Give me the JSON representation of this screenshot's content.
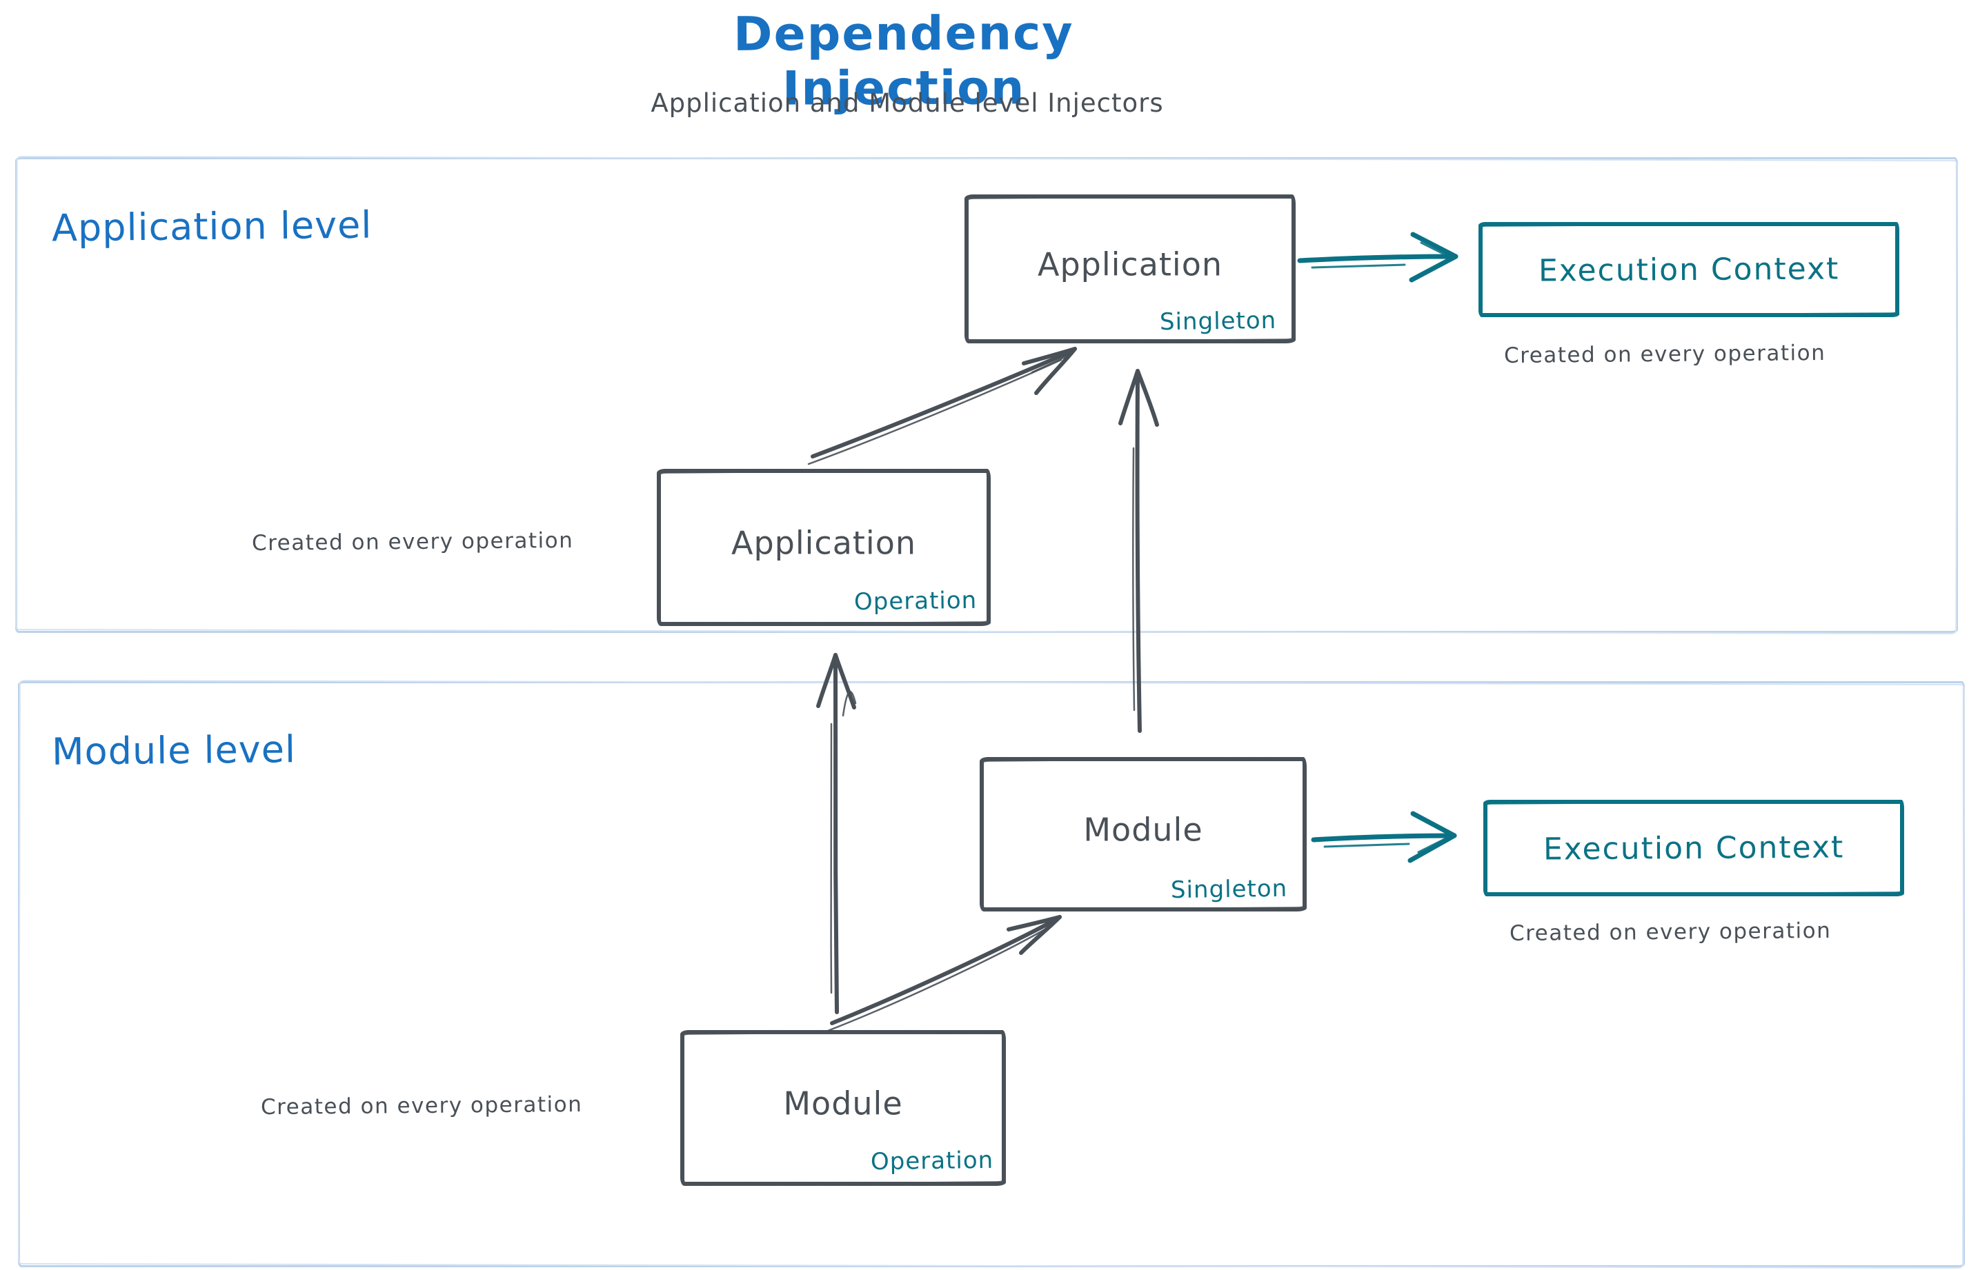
{
  "header": {
    "title": "Dependency Injection",
    "subtitle": "Application and Module level Injectors"
  },
  "colors": {
    "title_blue": "#1971c2",
    "ink_dark": "#495057",
    "teal": "#0b7285",
    "frame_blue": "#bcd2ea"
  },
  "application_level": {
    "label": "Application level",
    "singleton": {
      "title": "Application",
      "scope": "Singleton"
    },
    "operation": {
      "title": "Application",
      "scope": "Operation",
      "caption": "Created on every operation"
    },
    "execution_context": {
      "title": "Execution Context",
      "caption": "Created on every operation"
    }
  },
  "module_level": {
    "label": "Module level",
    "singleton": {
      "title": "Module",
      "scope": "Singleton"
    },
    "operation": {
      "title": "Module",
      "scope": "Operation",
      "caption": "Created on every operation"
    },
    "execution_context": {
      "title": "Execution Context",
      "caption": "Created on every operation"
    }
  }
}
